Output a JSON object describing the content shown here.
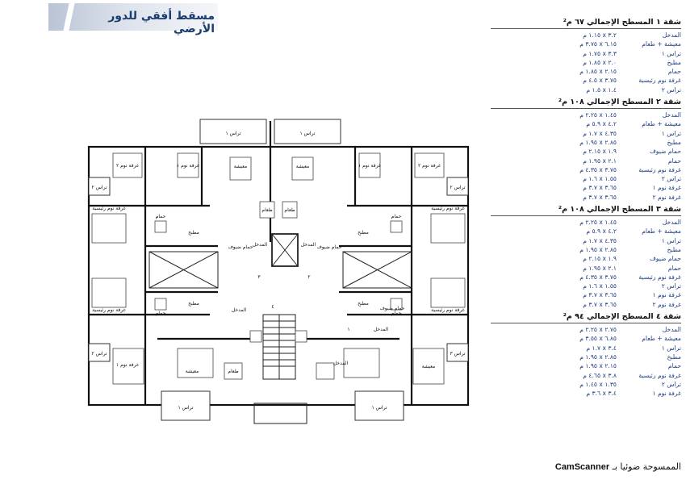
{
  "header": {
    "title": "مسقط أفقي للدور الأرضي"
  },
  "plan_labels": {
    "terrace1": "تراس ١",
    "terrace2": "تراس ٢",
    "terrace3": "تراس ٣",
    "living": "معيشة",
    "dining": "طعام",
    "bedroom1": "غرفة نوم ١",
    "bedroom2": "غرفة نوم ٢",
    "master": "غرفة نوم رئيسية",
    "kitchen": "مطبخ",
    "bath": "حمام",
    "guest_bath": "حمام ضيوف",
    "entrance": "المدخل",
    "n1": "١",
    "n2": "٢",
    "n3": "٣",
    "n4": "٤"
  },
  "legend": [
    {
      "title": "شقة ١ المسطح الإجمالي ٦٧ م²",
      "rows": [
        {
          "name": "المدخل",
          "dims": "٣.٢ x ١.١٥ م"
        },
        {
          "name": "معيشة + طعام",
          "dims": "٦.١٥ x ٣.٧٥ م"
        },
        {
          "name": "تراس ١",
          "dims": "٣.٣ x ١.٧٥ م"
        },
        {
          "name": "مطبخ",
          "dims": "٢.٠ x ١.٨٥ م"
        },
        {
          "name": "حمام",
          "dims": "٢.١٥ x ١.٨٥ م"
        },
        {
          "name": "غرفة نوم رئيسية",
          "dims": "٣.٧٥ x ٤.٥ م"
        },
        {
          "name": "تراس ٢",
          "dims": "١.٤ x ١.٥ م"
        }
      ]
    },
    {
      "title": "شقة ٢ المسطح الإجمالي ١٠٨ م²",
      "rows": [
        {
          "name": "المدخل",
          "dims": "١.٤٥ x ٢.٢٥ م"
        },
        {
          "name": "معيشة + طعام",
          "dims": "٤.٢ x ٥.٩ م"
        },
        {
          "name": "تراس ١",
          "dims": "٤.٣٥ x ١.٧ م"
        },
        {
          "name": "مطبخ",
          "dims": "٢.٨٥ x ١.٩٥ م"
        },
        {
          "name": "حمام ضيوف",
          "dims": "١.٩ x ٢.١٥ م"
        },
        {
          "name": "حمام",
          "dims": "٢.١ x ١.٩٥ م"
        },
        {
          "name": "غرفة نوم رئيسية",
          "dims": "٣.٧٥ x ٤.٣٥ م"
        },
        {
          "name": "تراس ٢",
          "dims": "١.٥٥ x ١.٦ م"
        },
        {
          "name": "غرفة نوم ١",
          "dims": "٣.٦٥ x ٣.٧ م"
        },
        {
          "name": "غرفة نوم ٢",
          "dims": "٣.٦٥ x ٣.٧ م"
        }
      ]
    },
    {
      "title": "شقة ٣ المسطح الإجمالي ١٠٨ م²",
      "rows": [
        {
          "name": "المدخل",
          "dims": "١.٤٥ x ٢.٢٥ م"
        },
        {
          "name": "معيشة + طعام",
          "dims": "٤.٢ x ٥.٩ م"
        },
        {
          "name": "تراس ١",
          "dims": "٤.٣٥ x ١.٧ م"
        },
        {
          "name": "مطبخ",
          "dims": "٢.٨٥ x ١.٩٥ م"
        },
        {
          "name": "حمام ضيوف",
          "dims": "١.٩ x ٢.١٥ م"
        },
        {
          "name": "حمام",
          "dims": "٢.١ x ١.٩٥ م"
        },
        {
          "name": "غرفة نوم رئيسية",
          "dims": "٣.٧٥ x ٤.٣٥ م"
        },
        {
          "name": "تراس ٢",
          "dims": "١.٥٥ x ١.٦ م"
        },
        {
          "name": "غرفة نوم ١",
          "dims": "٣.٦٥ x ٣.٧ م"
        },
        {
          "name": "غرفة نوم ٢",
          "dims": "٣.٦٥ x ٣.٧ م"
        }
      ]
    },
    {
      "title": "شقة ٤ المسطح الإجمالي ٩٤ م²",
      "rows": [
        {
          "name": "المدخل",
          "dims": "٢.٧٥ x ٢.٢٥ م"
        },
        {
          "name": "معيشة + طعام",
          "dims": "٦.٨٥ x ٣.٥٥ م"
        },
        {
          "name": "تراس ١",
          "dims": "٣.٤ x ١.٧ م"
        },
        {
          "name": "مطبخ",
          "dims": "٢.٨٥ x ١.٩٥ م"
        },
        {
          "name": "حمام",
          "dims": "٢.١٥ x ١.٩٥ م"
        },
        {
          "name": "غرفة نوم رئيسية",
          "dims": "٣.٨ x ٤.٦٥ م"
        },
        {
          "name": "تراس ٢",
          "dims": "١.٣٥ x ١.٤٥ م"
        },
        {
          "name": "غرفة نوم ١",
          "dims": "٣.٤ x ٣.٦ م"
        }
      ]
    }
  ],
  "footer": {
    "scan_text": "الممسوحة ضوئيا بـ",
    "scan_brand": "CamScanner"
  }
}
